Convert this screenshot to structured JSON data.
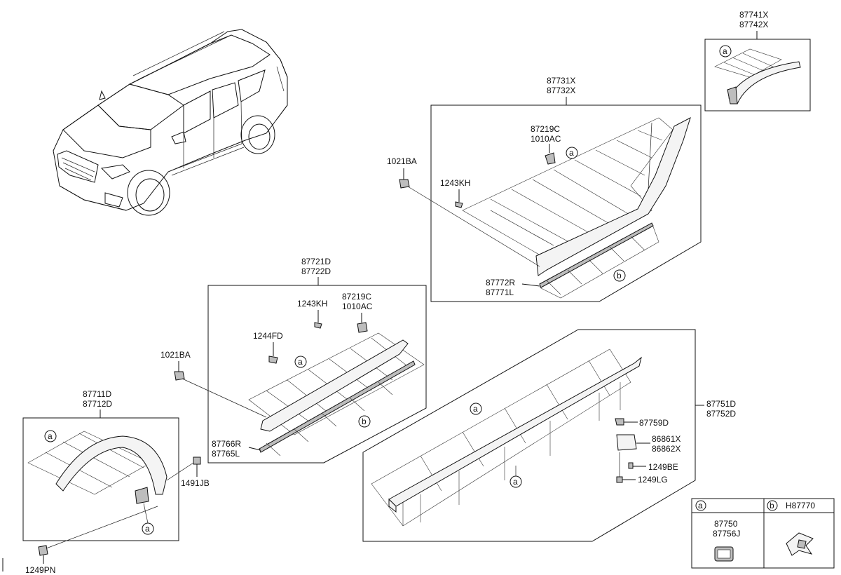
{
  "labels": {
    "top_right_part": [
      "87741X",
      "87742X"
    ],
    "rear_sill": [
      "87731X",
      "87732X"
    ],
    "clip_rear": [
      "87219C",
      "1010AC"
    ],
    "nut_rear": "1021BA",
    "screw_rear": "1243KH",
    "strip_rear": [
      "87772R",
      "87771L"
    ],
    "front_sill": [
      "87721D",
      "87722D"
    ],
    "screw_front": "1243KH",
    "clip_front": [
      "87219C",
      "1010AC"
    ],
    "bolt_front": "1244FD",
    "nut_front": "1021BA",
    "strip_front": [
      "87766R",
      "87765L"
    ],
    "side_sill": [
      "87751D",
      "87752D"
    ],
    "bracket": "87759D",
    "hook": [
      "86861X",
      "86862X"
    ],
    "screw_be": "1249BE",
    "screw_lg": "1249LG",
    "fender": [
      "87711D",
      "87712D"
    ],
    "fender_nut": "1491JB",
    "fender_screw": "1249PN",
    "legend_a_code": [
      "87750",
      "87756J"
    ],
    "legend_b_code": "H87770"
  },
  "callouts": {
    "a": "a",
    "b": "b"
  }
}
